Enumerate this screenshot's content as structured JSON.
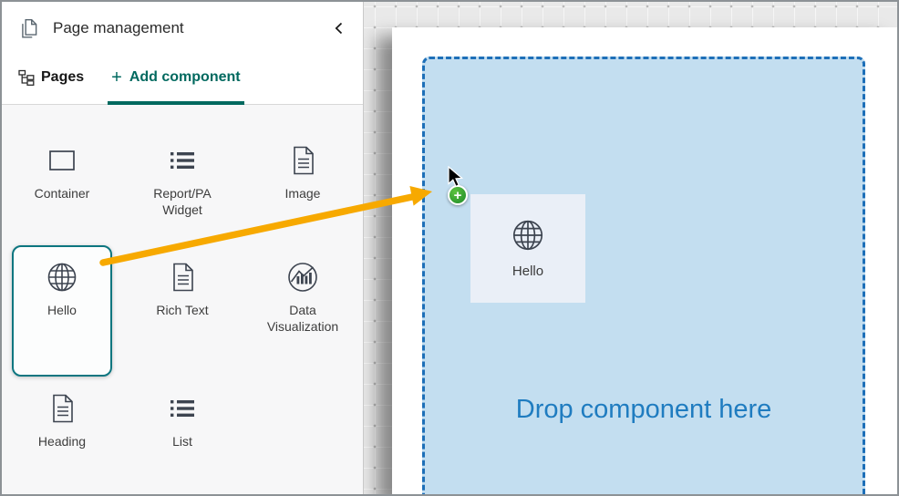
{
  "sidebar": {
    "header": {
      "title": "Page management",
      "panel_icon": "pages-icon",
      "collapse_icon": "chevron-left-icon"
    },
    "tabs": [
      {
        "label": "Pages",
        "icon": "tree-view-icon",
        "active": false
      },
      {
        "label": "Add component",
        "plus": "+",
        "icon": "plus-icon",
        "active": true
      }
    ],
    "components": [
      {
        "label": "Container",
        "icon": "container-icon",
        "selected": false
      },
      {
        "label": "Report/PA Widget",
        "icon": "list-icon",
        "selected": false
      },
      {
        "label": "Image",
        "icon": "document-icon",
        "selected": false
      },
      {
        "label": "Hello",
        "icon": "globe-icon",
        "selected": true
      },
      {
        "label": "Rich Text",
        "icon": "document-icon",
        "selected": false
      },
      {
        "label": "Data Visualization",
        "icon": "chart-circle-icon",
        "selected": false
      },
      {
        "label": "Heading",
        "icon": "document-icon",
        "selected": false
      },
      {
        "label": "List",
        "icon": "list-icon",
        "selected": false
      }
    ]
  },
  "canvas": {
    "dropzone_message": "Drop component here",
    "drag_ghost": {
      "label": "Hello",
      "icon": "globe-icon"
    },
    "drag_cursor": {
      "icon": "pointer-add-icon",
      "badge": "+"
    }
  },
  "colors": {
    "tab_accent_teal": "#00695f",
    "selection_teal": "#0d7680",
    "dropzone_fill": "#c3def0",
    "dropzone_border": "#1d6fb8",
    "dropzone_text": "#1f7cc0",
    "arrow_orange": "#f7a900",
    "badge_green": "#3aa335",
    "canvas_grid_bg": "#e9e9e9"
  }
}
